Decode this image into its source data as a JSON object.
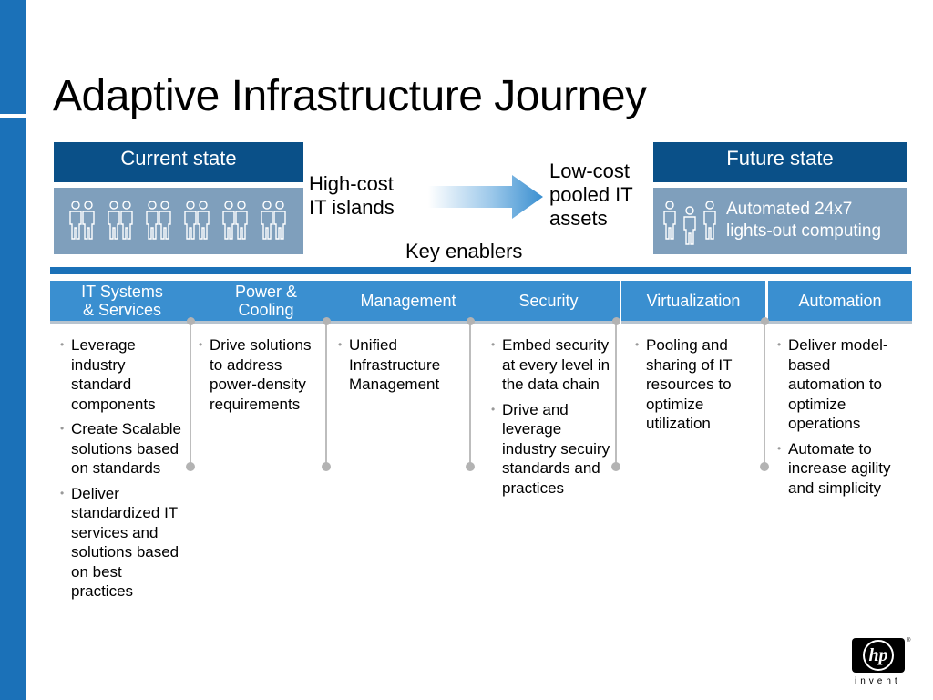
{
  "title": "Adaptive Infrastructure Journey",
  "current_state": {
    "header": "Current state",
    "people_count": 6
  },
  "future_state": {
    "header": "Future state",
    "text_line1": "Automated 24x7",
    "text_line2": "lights-out computing",
    "people_count": 3
  },
  "transition": {
    "from_line1": "High-cost",
    "from_line2": "IT islands",
    "to_line1": "Low-cost",
    "to_line2": "pooled IT",
    "to_line3": "assets"
  },
  "key_enablers_label": "Key enablers",
  "colors": {
    "dark_blue": "#0a5088",
    "mid_blue": "#3a8fd0",
    "side_blue": "#1b71b8",
    "panel_gray_blue": "#7f9fbc"
  },
  "enablers": [
    {
      "line1": "IT Systems",
      "line2": "& Services",
      "bullets": [
        "Leverage industry standard components",
        "Create Scalable solutions based on standards",
        "Deliver standardized IT services and solutions based on best practices"
      ]
    },
    {
      "line1": "Power &",
      "line2": "Cooling",
      "bullets": [
        "Drive solutions to address power-density requirements"
      ]
    },
    {
      "line1": "Management",
      "line2": "",
      "bullets": [
        "Unified Infrastructure Management"
      ]
    },
    {
      "line1": "Security",
      "line2": "",
      "bullets": [
        "Embed security at every level in the data chain",
        "Drive and leverage industry secuiry standards and practices"
      ]
    },
    {
      "line1": "Virtualization",
      "line2": "",
      "bullets": [
        "Pooling and sharing of IT resources to optimize utilization"
      ]
    },
    {
      "line1": "Automation",
      "line2": "",
      "bullets": [
        "Deliver model-based automation to optimize operations",
        "Automate to increase agility and simplicity"
      ]
    }
  ],
  "logo": {
    "mark": "hp",
    "tagline": "invent",
    "reg": "®"
  }
}
